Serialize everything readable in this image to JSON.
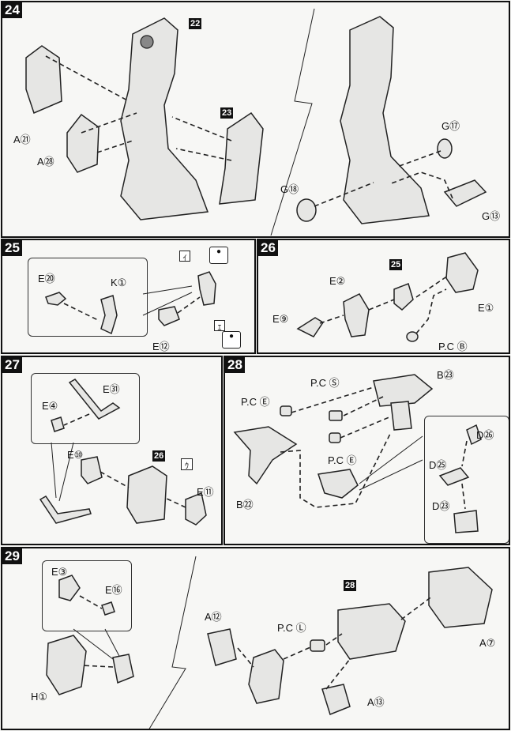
{
  "steps": [
    {
      "number": "24",
      "refs": [
        "22",
        "23"
      ],
      "labels": [
        "A㉑",
        "A㉘",
        "G⑰",
        "G⑱",
        "G⑬"
      ]
    },
    {
      "number": "25",
      "labels": [
        "E⑳",
        "K①",
        "E⑫"
      ],
      "sticker_labels": [
        "ｲ",
        "ｴ"
      ]
    },
    {
      "number": "26",
      "refs": [
        "25"
      ],
      "labels": [
        "E②",
        "E⑨",
        "E①",
        "P.C Ⓑ"
      ]
    },
    {
      "number": "27",
      "refs": [
        "26"
      ],
      "labels": [
        "E㉛",
        "E④",
        "E⑩",
        "E⑪"
      ],
      "sticker_labels": [
        "ｳ"
      ]
    },
    {
      "number": "28",
      "labels": [
        "B㉓",
        "P.C Ⓢ",
        "P.C Ⓔ",
        "P.C Ⓔ",
        "B㉒",
        "D㉖",
        "D㉕",
        "D㉓"
      ]
    },
    {
      "number": "29",
      "refs": [
        "28"
      ],
      "labels": [
        "E③",
        "E⑯",
        "H①",
        "A⑫",
        "P.C Ⓛ",
        "A⑦",
        "A⑬"
      ]
    }
  ]
}
